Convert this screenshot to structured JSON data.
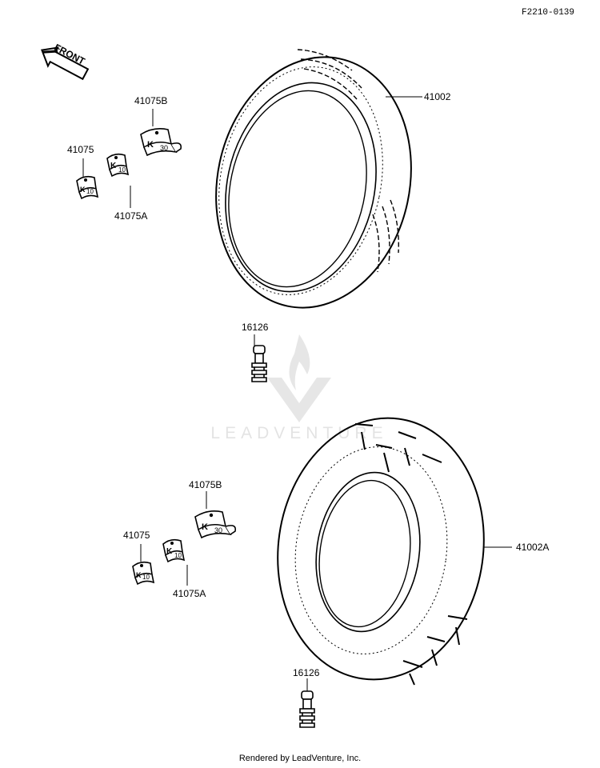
{
  "diagram_code": "F2210-0139",
  "front_label": "FRONT",
  "parts": {
    "tire_front": "41002",
    "tire_rear": "41002A",
    "weight_top_b": "41075B",
    "weight_top": "41075",
    "weight_top_a": "41075A",
    "valve_top": "16126",
    "weight_bot_b": "41075B",
    "weight_bot": "41075",
    "weight_bot_a": "41075A",
    "valve_bot": "16126"
  },
  "weight_marks": {
    "small": "10",
    "large": "30",
    "logo": "K"
  },
  "watermark": "LEADVENTURE",
  "footer": "Rendered by LeadVenture, Inc."
}
